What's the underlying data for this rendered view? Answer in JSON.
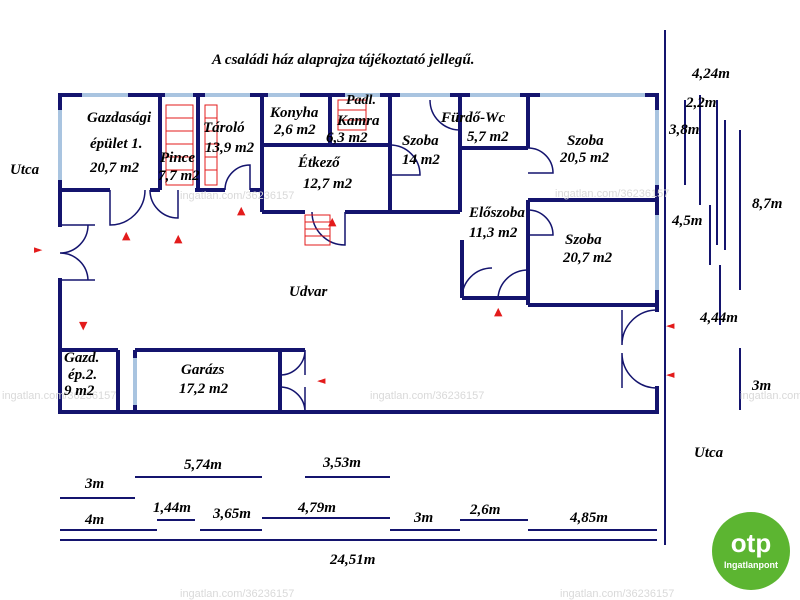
{
  "title": "A családi ház alaprajza tájékoztató jellegű.",
  "streets": {
    "left": "Utca",
    "right": "Utca"
  },
  "rooms": {
    "gazdasagi_1_line1": "Gazdasági",
    "gazdasagi_1_line2": "épület 1.",
    "gazdasagi_1_area": "20,7 m2",
    "pince": "Pince",
    "pince_area": "7,7 m2",
    "tarolo": "Tároló",
    "tarolo_area": "13,9 m2",
    "konyha": "Konyha",
    "konyha_area": "2,6 m2",
    "kamra": "Kamra",
    "kamra_area": "6,3 m2",
    "padl": "Padl.",
    "etkezo": "Étkező",
    "etkezo_area": "12,7 m2",
    "szoba_small": "Szoba",
    "szoba_small_area": "14 m2",
    "furdo": "Fürdő-Wc",
    "furdo_area": "5,7 m2",
    "szoba_top": "Szoba",
    "szoba_top_area": "20,5 m2",
    "eloszoba": "Előszoba",
    "eloszoba_area": "11,3 m2",
    "szoba_right": "Szoba",
    "szoba_right_area": "20,7 m2",
    "udvar": "Udvar",
    "gazd_2_line1": "Gazd.",
    "gazd_2_line2": "ép.2.",
    "gazd_2_area": "9 m2",
    "garazs": "Garázs",
    "garazs_area": "17,2 m2"
  },
  "dimensions": {
    "right": [
      "4,24m",
      "2,2m",
      "3,8m",
      "4,5m",
      "8,7m",
      "4,44m",
      "3m"
    ],
    "bottom_row1": [
      "5,74m",
      "3,53m"
    ],
    "bottom_row2": [
      "3m"
    ],
    "bottom_row3": [
      "4m",
      "1,44m",
      "3,65m",
      "4,79m",
      "3m",
      "2,6m",
      "4,85m"
    ],
    "total": "24,51m"
  },
  "watermark": "ingatlan.com/36236157",
  "logo": {
    "brand": "otp",
    "sub": "Ingatlanpont",
    "color": "#5cb531"
  },
  "colors": {
    "wall": "#14146e",
    "window": "#a9c4e0",
    "arrow": "#e31b1b",
    "stair": "#e31b1b"
  }
}
